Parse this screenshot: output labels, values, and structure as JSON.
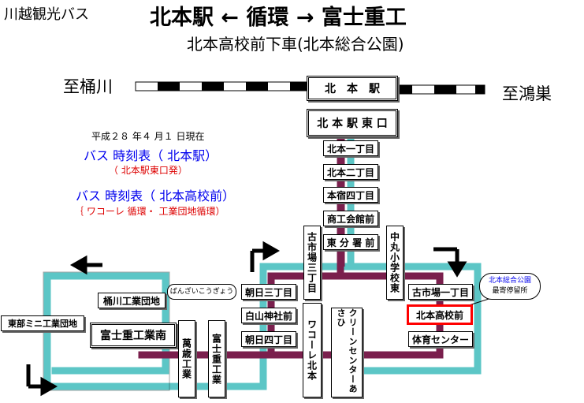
{
  "header": {
    "operator": "川越観光バス",
    "route_title": "北本駅 ← 循環 → 富士重工",
    "alight_note": "北本高校前下車(北本総合公園)"
  },
  "rail": {
    "left_label": "至桶川",
    "right_label": "至鴻巣",
    "station": "北　本　駅"
  },
  "info": {
    "date": "平成２８ 年４ 月１ 日現在",
    "link1": "バス 時刻表（ 北本駅）",
    "link1_sub": "（ 北本駅東口発）",
    "link2": "バス 時刻表（ 北本高校前）",
    "link2_sub": "｛ ワコーレ 循環・ 工業団地循環）"
  },
  "stops": {
    "higashiguchi": "北 本 駅 東 口",
    "itchome": "北本一丁目",
    "nichome": "北本二丁目",
    "motojuku": "本宿四丁目",
    "shokokaikan": "商工会館前",
    "higashibunsho": "東 分 署 前",
    "furuichiba3_v": "古市場三丁目",
    "nakamaru": "中丸小学校東",
    "asahi3": "朝日三丁目",
    "hakusan": "白山神社前",
    "asahi4": "朝日四丁目",
    "wakore": "ワコーレ北本",
    "clean": "クリーンセンターあさひ",
    "furuichiba1": "古市場一丁目",
    "kitamoto_koko": "北本高校前",
    "taiiku": "体育センター",
    "okegawa_kogyo": "桶川工業団地",
    "higashibu_mini": "東部ミニ工業団地",
    "fuji_minami": "富士重工業南",
    "banzai": "萬歳工業",
    "fuji_kogyo": "富士重工業"
  },
  "callouts": {
    "banzai_reading": "ばんざいこうぎょう",
    "park_note_line1": "北本総合公園",
    "park_note_line2": "最寄停留所"
  },
  "colors": {
    "outer_route": "#5cc6c6",
    "inner_route": "#7a1f4d",
    "link": "#0000ee",
    "sub": "#dd0000",
    "highlight": "#ff0000"
  }
}
